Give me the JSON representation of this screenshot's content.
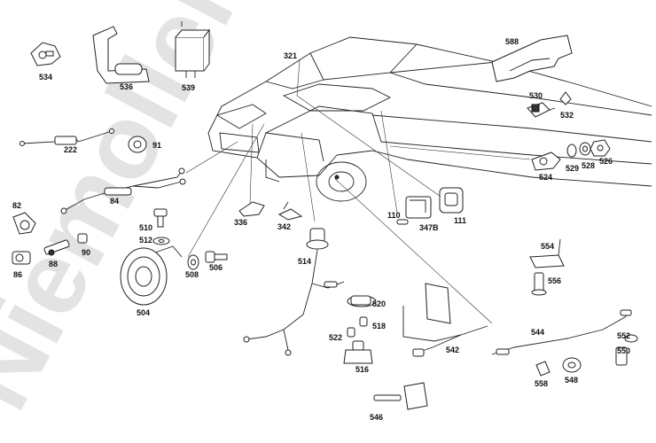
{
  "watermark": {
    "text": "Niemoller",
    "color": "#d9d9d9"
  },
  "part_numbers": {
    "p534": "534",
    "p536": "536",
    "p539": "539",
    "p321": "321",
    "p588": "588",
    "p530": "530",
    "p532": "532",
    "p222": "222",
    "p91": "91",
    "p524": "524",
    "p529": "529",
    "p528": "528",
    "p526": "526",
    "p82": "82",
    "p84": "84",
    "p336": "336",
    "p342": "342",
    "p110": "110",
    "p347B": "347B",
    "p111": "111",
    "p510": "510",
    "p512": "512",
    "p86": "86",
    "p88": "88",
    "p90": "90",
    "p508": "508",
    "p506": "506",
    "p514": "514",
    "p554": "554",
    "p556": "556",
    "p504": "504",
    "p520": "520",
    "p518": "518",
    "p522": "522",
    "p516": "516",
    "p542": "542",
    "p544": "544",
    "p552": "552",
    "p550": "550",
    "p558": "558",
    "p548": "548",
    "p546": "546"
  }
}
